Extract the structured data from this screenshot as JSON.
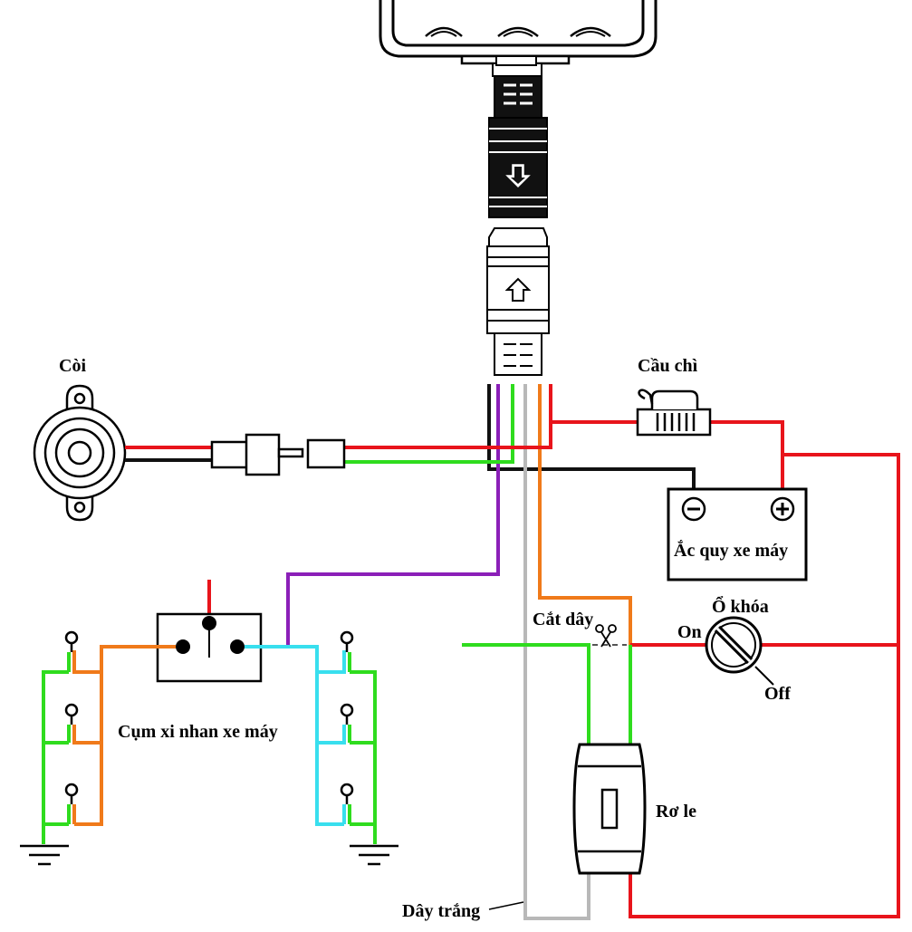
{
  "labels": {
    "horn": "Còi",
    "fuse": "Cầu chì",
    "battery": "Ắc quy xe máy",
    "ignition_switch": "Ổ khóa",
    "on": "On",
    "off": "Off",
    "cut_wire": "Cắt dây",
    "relay": "Rơ le",
    "turn_signal_cluster": "Cụm xi nhan xe máy",
    "white_wire": "Dây trắng"
  },
  "symbols": {
    "battery_minus": "⊖",
    "battery_plus": "⊕",
    "connector_arrow_down": "down-arrow-icon",
    "connector_arrow_up": "up-arrow-icon",
    "scissors": "scissors-icon"
  },
  "wire_colors": {
    "red": "#e8141b",
    "black": "#111111",
    "green": "#2fdc1e",
    "purple": "#8b1fb8",
    "orange": "#f07a1a",
    "white": "#b8b8b8",
    "cyan": "#38dfee"
  }
}
